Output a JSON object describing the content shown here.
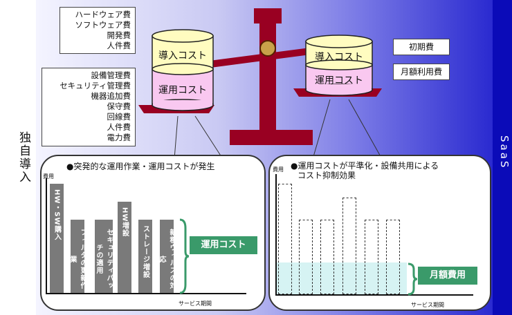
{
  "left_label": "独自導入",
  "right_label": "SaaS",
  "left_cylinder": {
    "top": "導入コスト",
    "bottom": "運用コスト",
    "top_items": [
      "ハードウェア費",
      "ソフトウェア費",
      "開発費",
      "人件費"
    ],
    "bottom_items": [
      "設備管理費",
      "セキュリティ管理費",
      "機器追加費",
      "保守費",
      "回線費",
      "人件費",
      "電力費"
    ]
  },
  "right_cylinder": {
    "top": "導入コスト",
    "bottom": "運用コスト",
    "top_item": "初期費",
    "bottom_item": "月額利用費"
  },
  "left_panel": {
    "title": "●突発的な運用作業・運用コストが発生",
    "y_label": "費用",
    "x_label": "サービス期間",
    "bars": [
      "HW・SW購入",
      "フィルタの更新作業",
      "セキュリティパッチの適用",
      "HW増設",
      "ストレージ増設",
      "新種ウィルスの対応"
    ],
    "bar_values": [
      100,
      68,
      68,
      85,
      68,
      68
    ],
    "tag": "運用コスト"
  },
  "right_panel": {
    "title_line1": "●運用コストが平準化・設備共用による",
    "title_line2": "コスト抑制効果",
    "y_label": "費用",
    "x_label": "サービス期間",
    "bar_values": [
      100,
      68,
      68,
      85,
      68,
      68
    ],
    "monthly_level": 28,
    "tag": "月額費用"
  },
  "colors": {
    "cylinder_top": "#fffcc0",
    "cylinder_bottom": "#f9c8f0",
    "scale": "#990022",
    "green": "#3a9a6a",
    "right_band": "#0b0bb8"
  }
}
